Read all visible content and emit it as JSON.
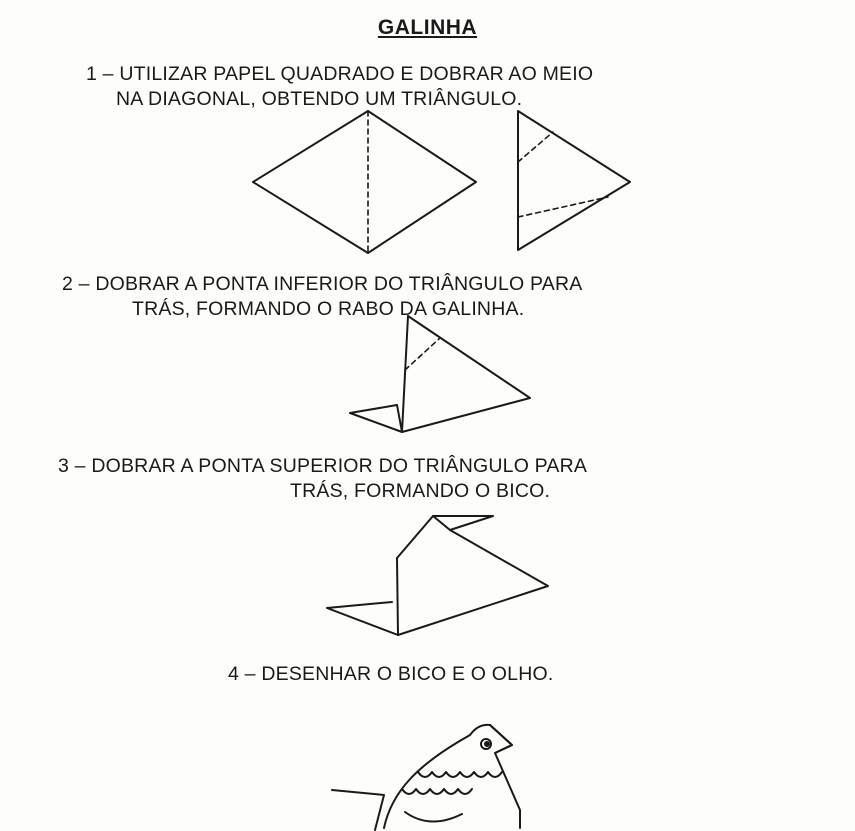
{
  "title": "GALINHA",
  "steps": [
    {
      "line1": "1 – UTILIZAR PAPEL QUADRADO E DOBRAR AO MEIO",
      "line2": "NA DIAGONAL, OBTENDO UM TRIÂNGULO."
    },
    {
      "line1": "2 – DOBRAR A PONTA INFERIOR DO TRIÂNGULO PARA",
      "line2": "TRÁS, FORMANDO O RABO DA GALINHA."
    },
    {
      "line1": "3 – DOBRAR A PONTA SUPERIOR DO TRIÂNGULO PARA",
      "line2": "TRÁS, FORMANDO O BICO."
    },
    {
      "line1": "4 – DESENHAR O BICO E O OLHO."
    }
  ]
}
